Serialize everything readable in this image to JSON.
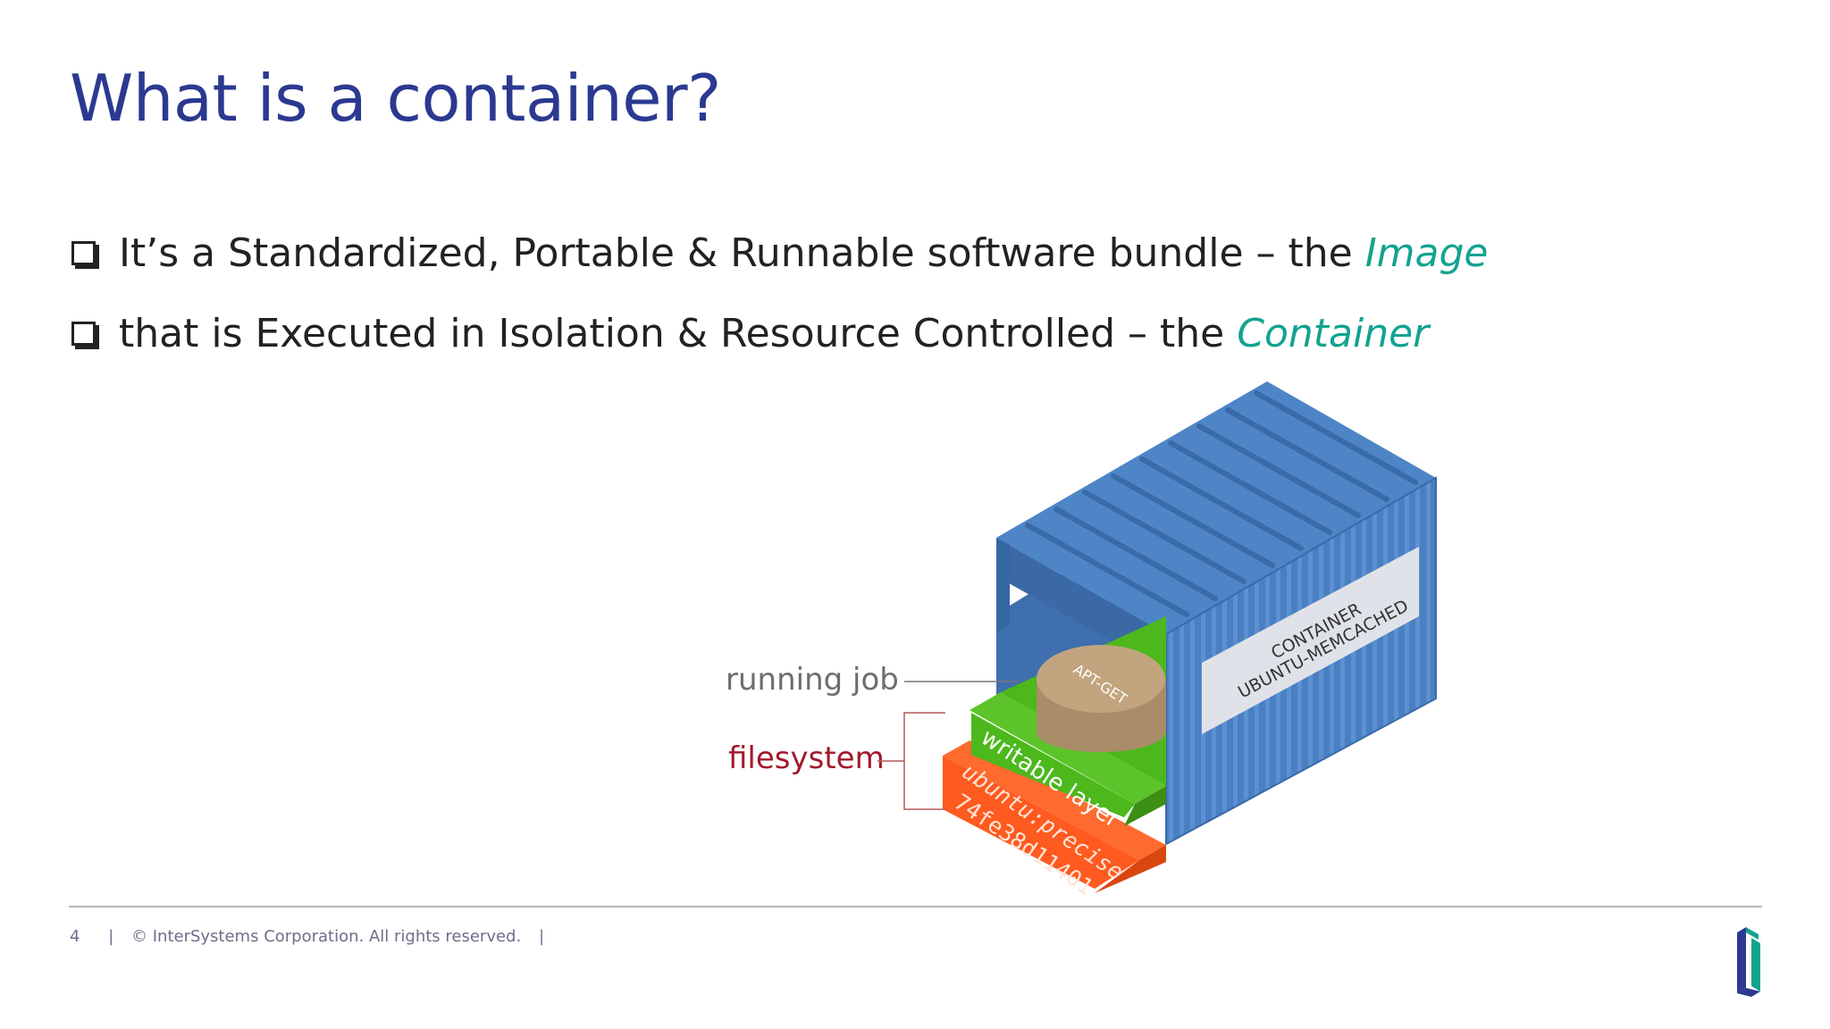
{
  "slide": {
    "title": "What is a container?",
    "bullets": [
      {
        "text": "It’s a Standardized, Portable & Runnable software bundle – the ",
        "accent": "Image"
      },
      {
        "text": "that is Executed in Isolation & Resource Controlled – the ",
        "accent": "Container"
      }
    ]
  },
  "diagram": {
    "running_job_label": "running job",
    "filesystem_label": "filesystem",
    "job_name": "APT-GET",
    "writable_layer": "writable layer",
    "base_layer_line1": "ubuntu:precise",
    "base_layer_line2": "74fe38d11401",
    "container_label_line1": "CONTAINER",
    "container_label_line2": "UBUNTU-MEMCACHED"
  },
  "footer": {
    "page_number": "4",
    "sep_left": "|",
    "copyright": "© InterSystems Corporation. All rights reserved.",
    "sep_right": "|"
  },
  "colors": {
    "title": "#2b3990",
    "accent": "#12a38f",
    "container_blue": "#4a7fc1",
    "layer_green": "#4cb81c",
    "layer_orange": "#ff5a1f",
    "job_tan": "#b59a76",
    "filesystem_red": "#a3182a"
  },
  "icons": {
    "bullet": "checkbox-icon",
    "logo": "intersystems-logo-icon"
  }
}
